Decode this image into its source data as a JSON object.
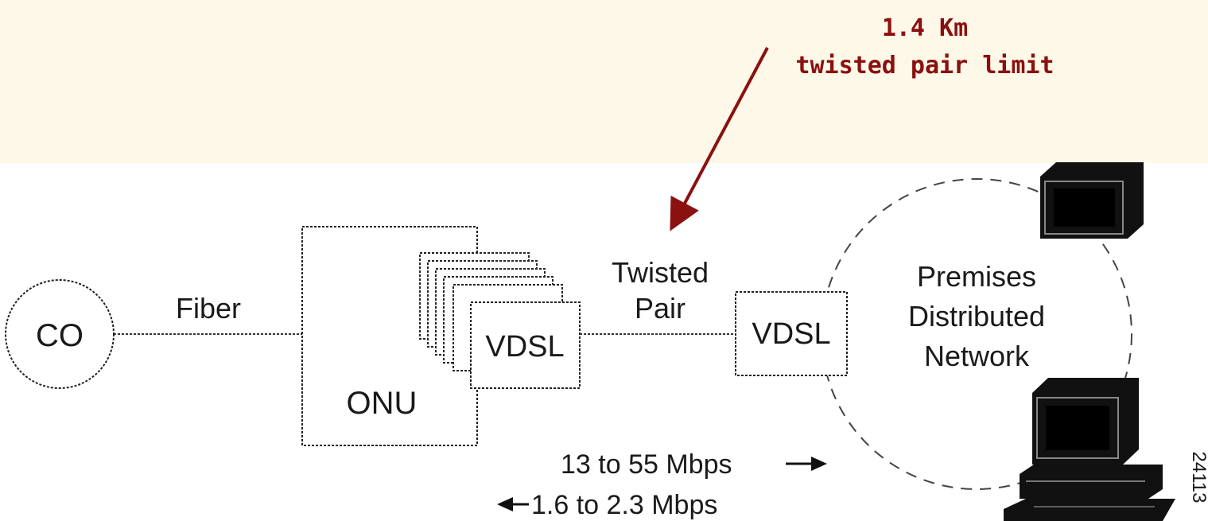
{
  "annotation": {
    "line1": "1.4 Km",
    "line2": "twisted pair limit",
    "color": "#8b1010"
  },
  "nodes": {
    "co": "CO",
    "onu": "ONU",
    "onu_card": "VDSL",
    "remote_vdsl": "VDSL",
    "premises_line1": "Premises",
    "premises_line2": "Distributed",
    "premises_line3": "Network"
  },
  "links": {
    "fiber": "Fiber",
    "twisted_line1": "Twisted",
    "twisted_line2": "Pair"
  },
  "rates": {
    "downstream": "13 to 55 Mbps",
    "upstream": "1.6 to 2.3 Mbps"
  },
  "figure_id": "24113",
  "icons": {
    "top_device": "monitor-icon",
    "bottom_device": "desktop-computer-icon"
  },
  "colors": {
    "background_top": "#fdf8e7",
    "diagram_background": "#ffffff",
    "ink": "#1a1a1a"
  }
}
